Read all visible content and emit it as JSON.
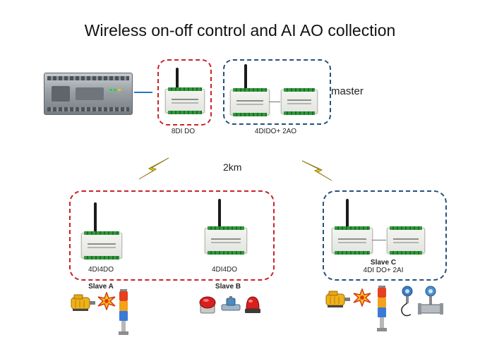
{
  "title": "Wireless on-off control and AI AO collection",
  "master": {
    "label": "master",
    "module_8di": "8DI DO",
    "module_4dido": "4DIDO+ 2AO"
  },
  "distance": "2km",
  "slaves": {
    "group_ab": {
      "module_a": "4DI4DO",
      "module_b": "4DI4DO",
      "slave_a": "Slave A",
      "slave_b": "Slave B"
    },
    "slave_c": {
      "name": "Slave C",
      "module": "4DI DO+ 2AI"
    }
  },
  "colors": {
    "red_dash": "#c8242b",
    "blue_dash": "#26507f",
    "lightning": "#f2d21b"
  },
  "icons": [
    "plc-icon",
    "io-module-icon",
    "lightning-icon",
    "motor-icon",
    "spark-icon",
    "stack-light-icon",
    "push-button-icon",
    "solenoid-valve-icon",
    "alarm-beacon-icon",
    "pressure-transmitter-icon",
    "flow-meter-icon"
  ]
}
